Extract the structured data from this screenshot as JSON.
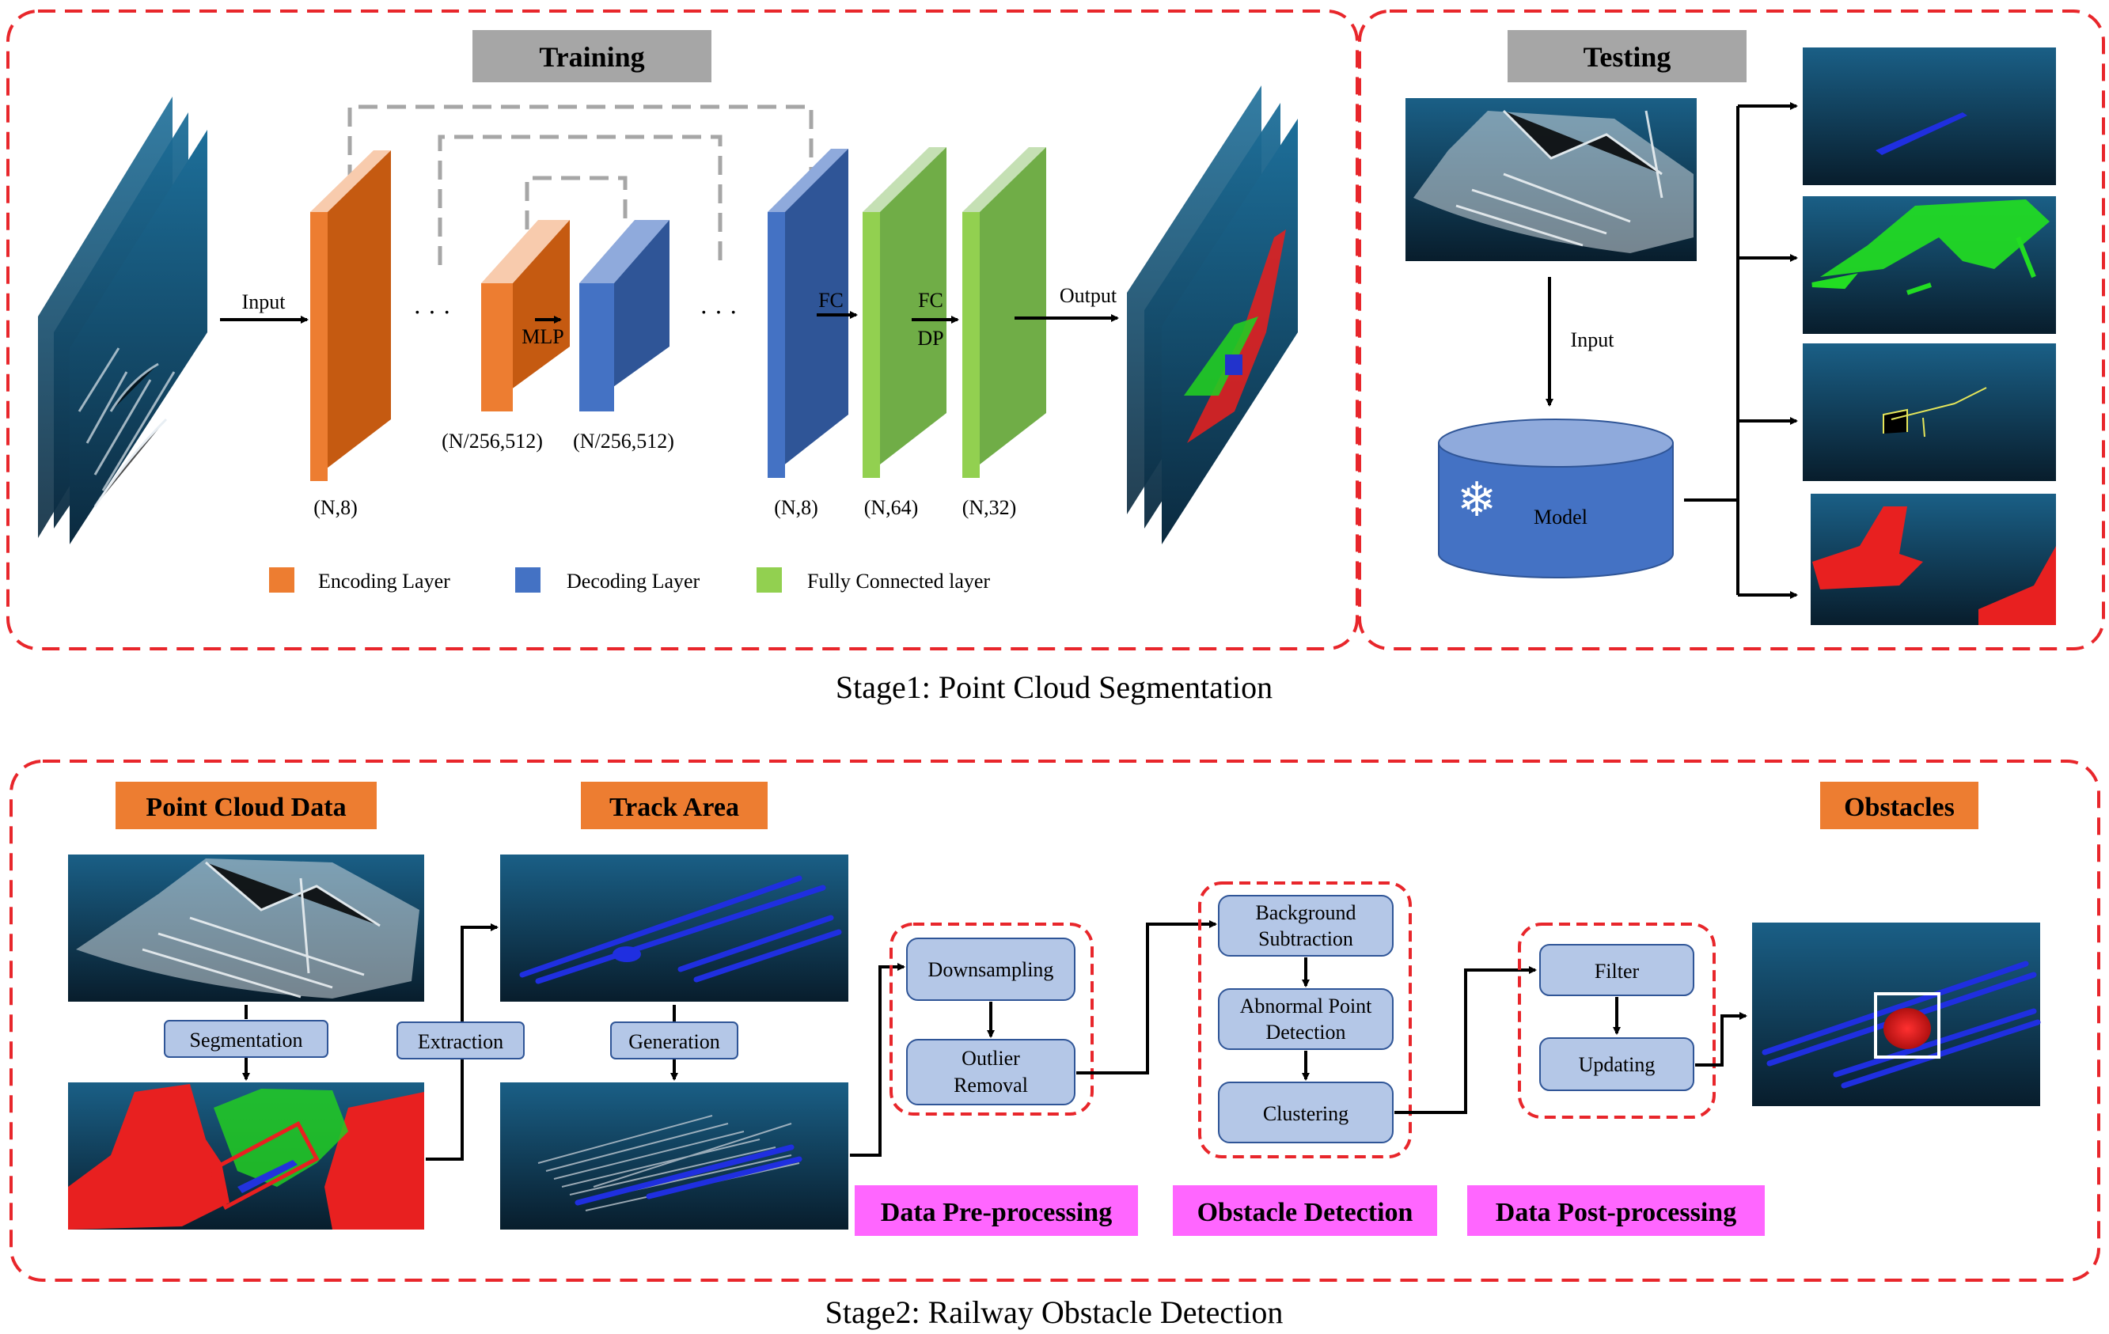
{
  "stage1": {
    "caption": "Stage1: Point Cloud Segmentation",
    "training": {
      "title": "Training",
      "input_label": "Input",
      "output_label": "Output",
      "ellipsis": "· · ·",
      "layers": [
        {
          "dims": "(N,8)",
          "type": "encoding"
        },
        {
          "dims": "(N/256,512)",
          "type": "encoding",
          "tag": "MLP"
        },
        {
          "dims": "(N/256,512)",
          "type": "decoding"
        },
        {
          "dims": "(N,8)",
          "type": "decoding",
          "tag": "FC"
        },
        {
          "dims": "(N,64)",
          "type": "fc",
          "tag": "FC",
          "tag2": "DP"
        },
        {
          "dims": "(N,32)",
          "type": "fc"
        }
      ],
      "legend": [
        {
          "label": "Encoding Layer",
          "color": "#ed7d31"
        },
        {
          "label": "Decoding Layer",
          "color": "#4472c4"
        },
        {
          "label": "Fully Connected layer",
          "color": "#92d050"
        }
      ]
    },
    "testing": {
      "title": "Testing",
      "input_label": "Input",
      "model_label": "Model",
      "model_icon": "snowflake-icon"
    }
  },
  "stage2": {
    "caption": "Stage2: Railway Obstacle Detection",
    "headers": {
      "point_cloud_data": "Point Cloud Data",
      "track_area": "Track Area",
      "obstacles": "Obstacles"
    },
    "steps": {
      "segmentation": "Segmentation",
      "extraction": "Extraction",
      "generation": "Generation",
      "downsampling": "Downsampling",
      "outlier_removal": "Outlier Removal",
      "background_subtraction": "Background Subtraction",
      "abnormal_point_detection": "Abnormal Point Detection",
      "clustering": "Clustering",
      "filter": "Filter",
      "updating": "Updating"
    },
    "modules": {
      "preprocessing": "Data Pre-processing",
      "obstacle_detection": "Obstacle Detection",
      "postprocessing": "Data Post-processing"
    }
  },
  "colors": {
    "dash_red": "#e8262b",
    "header_orange": "#ed7d31",
    "module_magenta": "#ff66ff",
    "step_fill": "#b4c7e7",
    "step_stroke": "#2f5597",
    "title_gray": "#a6a6a6",
    "cylinder": "#4472c4"
  }
}
